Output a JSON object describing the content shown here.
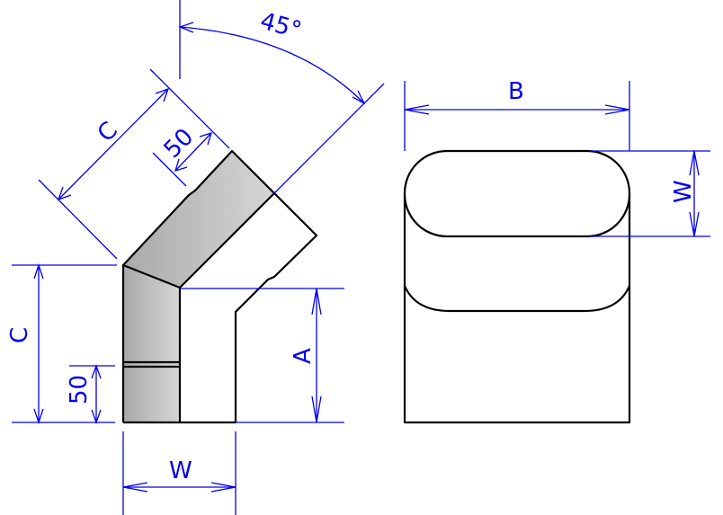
{
  "labels": {
    "angle": "45°",
    "elbow_c_angled": "C",
    "elbow_50_angled": "50",
    "elbow_c_vertical": "C",
    "elbow_50_vertical": "50",
    "elbow_a": "A",
    "elbow_w": "W",
    "section_b": "B",
    "section_w": "W"
  },
  "colors": {
    "dimension": "#0000ee",
    "outline": "#000000",
    "shade": "#bdbdbd"
  }
}
